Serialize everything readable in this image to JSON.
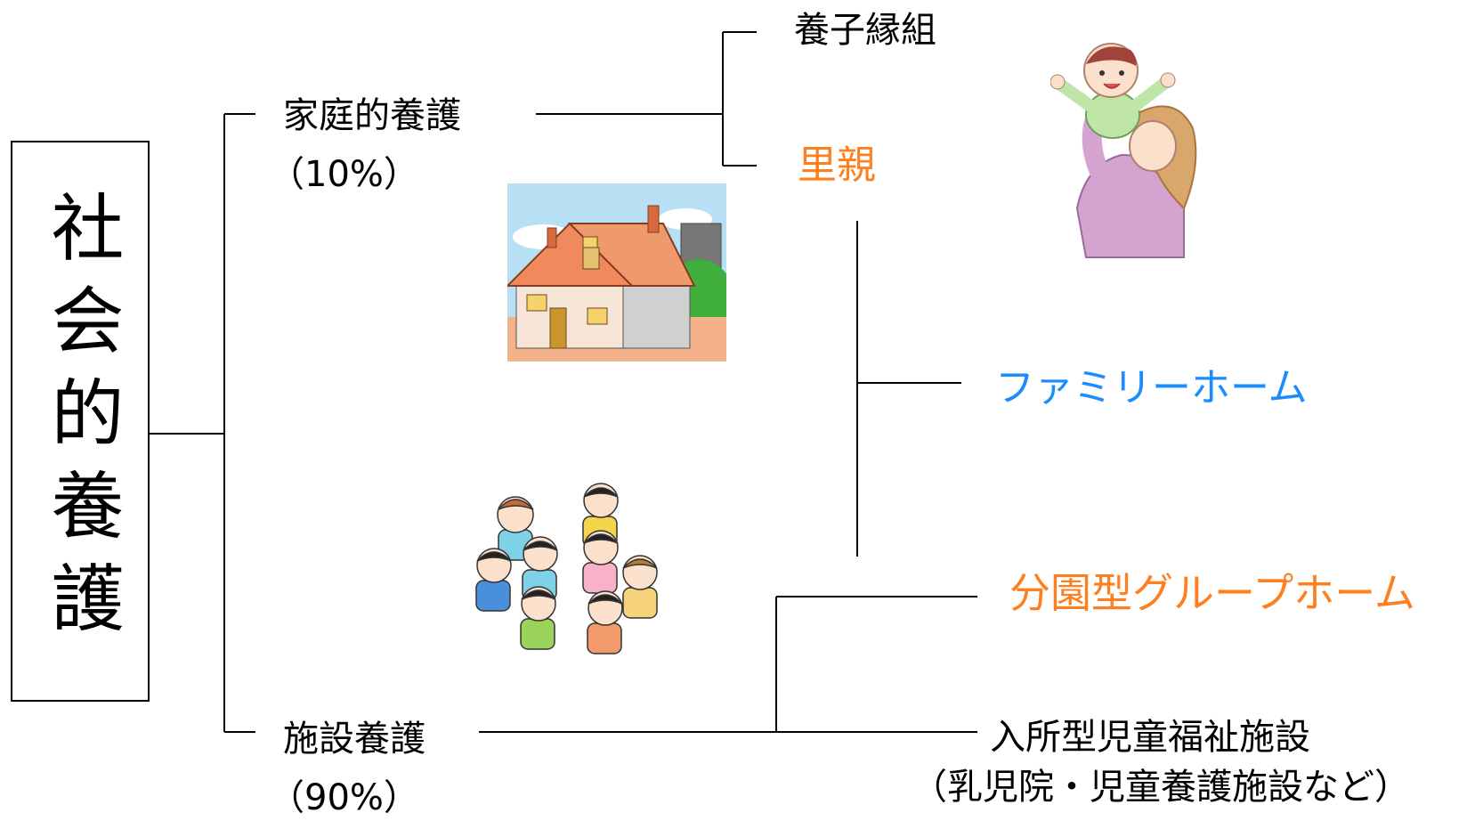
{
  "root": {
    "label": "社会的養護"
  },
  "family_care": {
    "label": "家庭的養護",
    "percent": "（10%）"
  },
  "institutional_care": {
    "label": "施設養護",
    "percent": "（90%）"
  },
  "adoption": {
    "label": "養子縁組"
  },
  "foster_parent": {
    "label": "里親"
  },
  "family_home": {
    "label": "ファミリーホーム"
  },
  "group_home": {
    "label": "分園型グループホーム"
  },
  "residential": {
    "label": "入所型児童福祉施設",
    "note": "（乳児院・児童養護施設など）"
  },
  "colors": {
    "orange": "#ff7f1e",
    "blue": "#1a8cff",
    "line": "#000000"
  },
  "icons": [
    "parent-baby-icon",
    "house-icon",
    "children-group-icon"
  ]
}
